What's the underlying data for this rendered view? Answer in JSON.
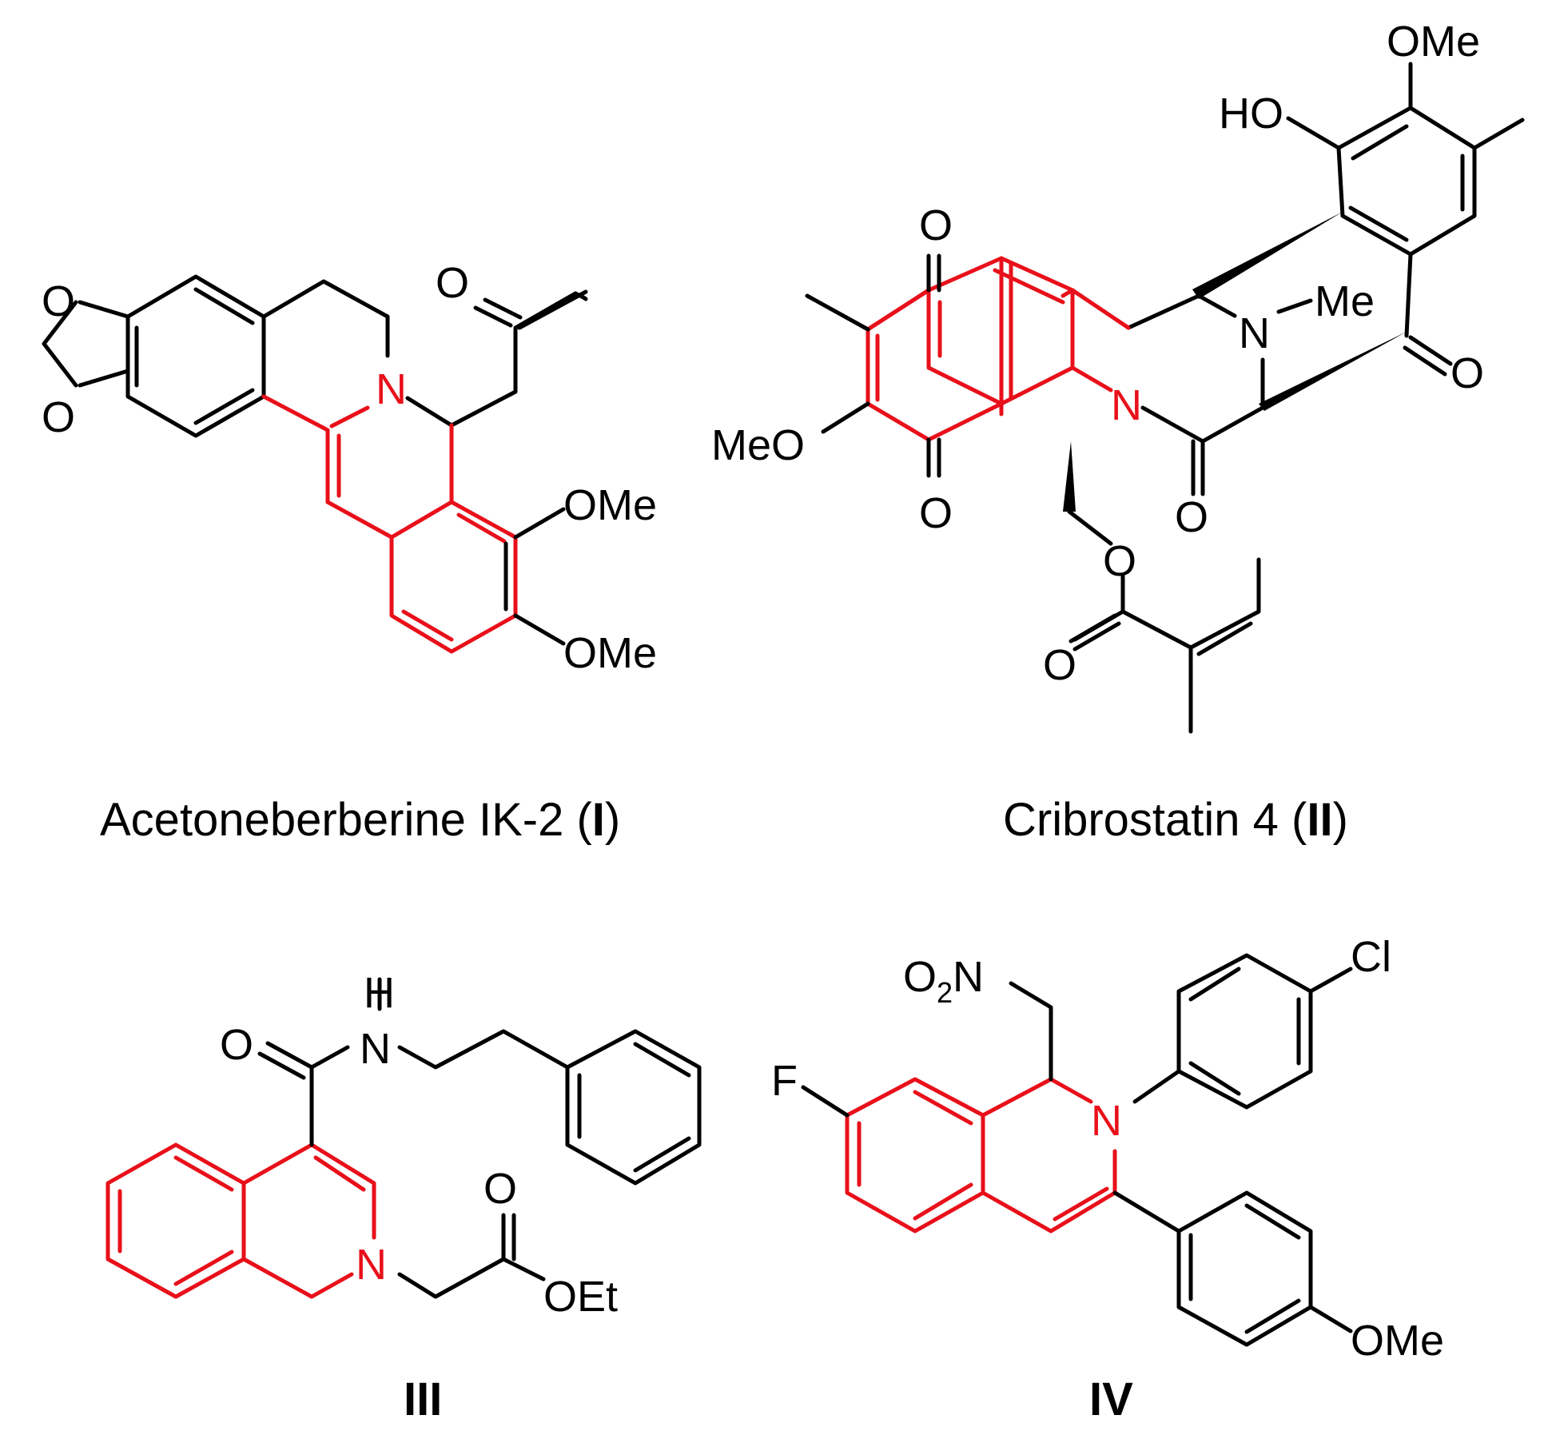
{
  "colors": {
    "highlight": "#e8101a",
    "bond": "#000000",
    "background": "#ffffff"
  },
  "compounds": [
    {
      "caption_name": "Acetoneberberine IK-2 (",
      "caption_numeral": "I",
      "caption_close": ")",
      "atoms": {
        "o1": "O",
        "o2": "O",
        "n": "N",
        "o_ketone": "O",
        "ome1": "OMe",
        "ome2": "OMe"
      }
    },
    {
      "caption_name": "Cribrostatin 4 (",
      "caption_numeral": "II",
      "caption_close": ")",
      "atoms": {
        "ome_top": "OMe",
        "ho": "HO",
        "o_q1": "O",
        "o_q2": "O",
        "nme_n": "N",
        "nme_me": "Me",
        "o_right": "O",
        "n_ring": "N",
        "meo": "MeO",
        "o_lactam": "O",
        "o_ester": "O",
        "o_carbonyl": "O"
      }
    },
    {
      "caption_numeral": "III",
      "atoms": {
        "nh_h": "H",
        "o_amide": "O",
        "nh_n": "N",
        "n_ring": "N",
        "o_ester_c": "O",
        "oet": "OEt"
      }
    },
    {
      "caption_numeral": "IV",
      "atoms": {
        "no2_o": "O",
        "no2_sub": "2",
        "no2_n": "N",
        "cl": "Cl",
        "f": "F",
        "n_ring": "N",
        "ome": "OMe"
      }
    }
  ]
}
